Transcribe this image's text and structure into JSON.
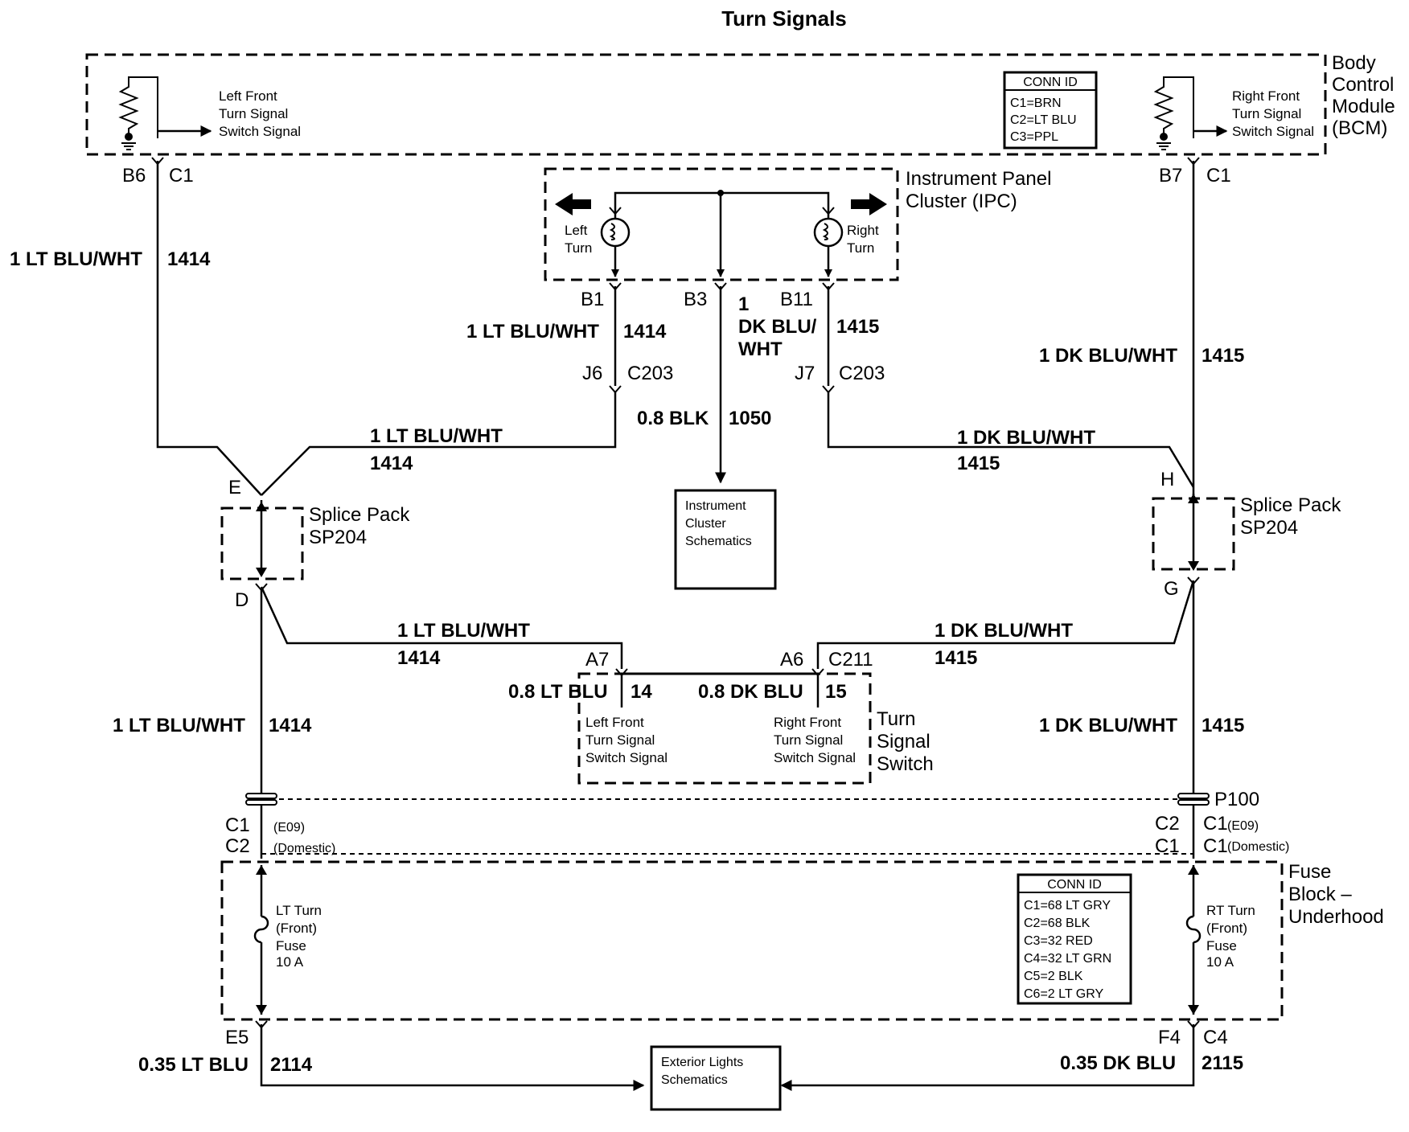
{
  "title": "Turn Signals",
  "bcm": {
    "name_lines": [
      "Body",
      "Control",
      "Module",
      "(BCM)"
    ],
    "left_signal_lines": [
      "Left Front",
      "Turn Signal",
      "Switch Signal"
    ],
    "right_signal_lines": [
      "Right Front",
      "Turn Signal",
      "Switch Signal"
    ],
    "conn_id": {
      "header": "CONN ID",
      "rows": [
        "C1=BRN",
        "C2=LT BLU",
        "C3=PPL"
      ]
    },
    "left_pin": "B6",
    "left_conn": "C1",
    "right_pin": "B7",
    "right_conn": "C1"
  },
  "ipc": {
    "name_lines": [
      "Instrument Panel",
      "Cluster (IPC)"
    ],
    "left_lamp_lines": [
      "Left",
      "Turn"
    ],
    "right_lamp_lines": [
      "Right",
      "Turn"
    ],
    "pins": {
      "b1": "B1",
      "b3": "B3",
      "b11": "B11"
    }
  },
  "wires": {
    "w1414_color": "1 LT BLU/WHT",
    "w1414_circuit": "1414",
    "w1415_color": "1 DK BLU/WHT",
    "w1415_circuit": "1415",
    "ipc_b3_size": "1",
    "ipc_b3_color_lines": [
      "DK BLU/",
      "WHT"
    ],
    "ground_color": "0.8 BLK",
    "ground_circuit": "1050",
    "sw_left_color": "0.8 LT BLU",
    "sw_left_circuit": "14",
    "sw_right_color": "0.8 DK BLU",
    "sw_right_circuit": "15",
    "lower_left_color": "0.35 LT BLU",
    "lower_left_circuit": "2114",
    "lower_right_color": "0.35 DK BLU",
    "lower_right_circuit": "2115"
  },
  "c203": {
    "j6": "J6",
    "j7": "J7",
    "conn": "C203"
  },
  "splice_left": {
    "name_lines": [
      "Splice Pack",
      "SP204"
    ],
    "top_pin": "E",
    "bottom_pin": "D"
  },
  "splice_right": {
    "name_lines": [
      "Splice Pack",
      "SP204"
    ],
    "top_pin": "H",
    "bottom_pin": "G"
  },
  "ic_schematics_lines": [
    "Instrument",
    "Cluster",
    "Schematics"
  ],
  "turn_switch": {
    "name_lines": [
      "Turn",
      "Signal",
      "Switch"
    ],
    "left_lines": [
      "Left Front",
      "Turn Signal",
      "Switch Signal"
    ],
    "right_lines": [
      "Right Front",
      "Turn Signal",
      "Switch Signal"
    ],
    "pin_a7": "A7",
    "pin_a6": "A6",
    "conn": "C211"
  },
  "p100": {
    "label": "P100",
    "left_top": "C1",
    "left_bottom": "C2",
    "left_note_top": "(E09)",
    "left_note_bottom": "(Domestic)",
    "right_a_top": "C2",
    "right_a_bottom": "C1",
    "right_b_top": "C1",
    "right_b_bottom": "C1",
    "right_note_top": "(E09)",
    "right_note_bottom": "(Domestic)"
  },
  "fuse_block": {
    "name_lines": [
      "Fuse",
      "Block –",
      "Underhood"
    ],
    "left_fuse_lines": [
      "LT Turn",
      "(Front)",
      "Fuse",
      "10 A"
    ],
    "right_fuse_lines": [
      "RT Turn",
      "(Front)",
      "Fuse",
      "10 A"
    ],
    "conn_id": {
      "header": "CONN ID",
      "rows": [
        "C1=68 LT GRY",
        "C2=68 BLK",
        "C3=32 RED",
        "C4=32 LT GRN",
        "C5=2 BLK",
        "C6=2 LT GRY"
      ]
    },
    "left_pin": "E5",
    "right_pin": "F4",
    "right_conn": "C4"
  },
  "ext_lights_lines": [
    "Exterior Lights",
    "Schematics"
  ]
}
